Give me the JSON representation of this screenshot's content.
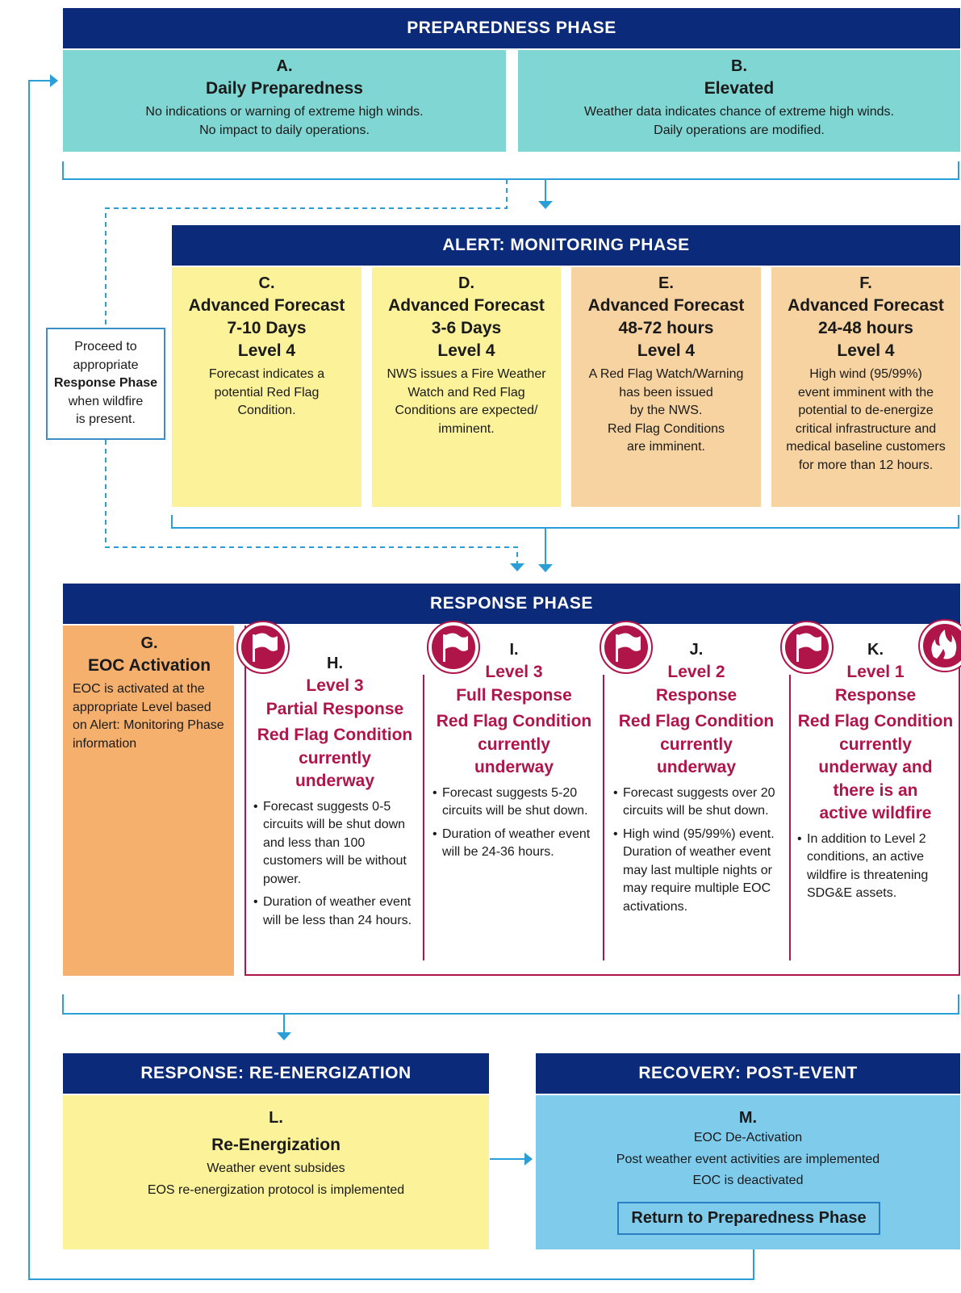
{
  "preparedness": {
    "header": "PREPAREDNESS PHASE",
    "a": {
      "letter": "A.",
      "title": "Daily Preparedness",
      "line1": "No indications or warning of extreme high winds.",
      "line2": "No impact to daily operations."
    },
    "b": {
      "letter": "B.",
      "title": "Elevated",
      "line1": "Weather data indicates chance of extreme high winds.",
      "line2": "Daily operations are modified."
    }
  },
  "alert": {
    "header": "ALERT: MONITORING PHASE",
    "c": {
      "letter": "C.",
      "t1": "Advanced Forecast",
      "t2": "7-10 Days",
      "t3": "Level 4",
      "l1": "Forecast indicates a",
      "l2": "potential Red Flag",
      "l3": "Condition."
    },
    "d": {
      "letter": "D.",
      "t1": "Advanced Forecast",
      "t2": "3-6 Days",
      "t3": "Level 4",
      "l1": "NWS issues a Fire Weather",
      "l2": "Watch and Red Flag",
      "l3": "Conditions are expected/",
      "l4": "imminent."
    },
    "e": {
      "letter": "E.",
      "t1": "Advanced Forecast",
      "t2": "48-72 hours",
      "t3": "Level 4",
      "l1": "A Red Flag Watch/Warning",
      "l2": "has been issued",
      "l3": "by the NWS.",
      "l4": "Red Flag Conditions",
      "l5": "are imminent."
    },
    "f": {
      "letter": "F.",
      "t1": "Advanced Forecast",
      "t2": "24-48 hours",
      "t3": "Level 4",
      "l1": "High wind (95/99%)",
      "l2": "event imminent with the",
      "l3": "potential to de-energize",
      "l4": "critical infrastructure and",
      "l5": "medical baseline customers",
      "l6": "for more than 12 hours."
    }
  },
  "proceed": {
    "l1": "Proceed to",
    "l2": "appropriate",
    "l3": "Response Phase",
    "l4": "when wildfire",
    "l5": "is present."
  },
  "response": {
    "header": "RESPONSE PHASE",
    "g": {
      "letter": "G.",
      "title": "EOC Activation",
      "desc": "EOC is activated at the appropriate Level based on Alert: Monitoring Phase information"
    },
    "h": {
      "letter": "H.",
      "r1": "Level 3",
      "r2": "Partial Response",
      "r3": "Red Flag Condition",
      "r4": "currently",
      "r5": "underway",
      "b1": "Forecast suggests 0-5 circuits will be shut down and less than 100 customers will be without power.",
      "b2": "Duration of weather event will be less than 24 hours."
    },
    "i": {
      "letter": "I.",
      "r1": "Level 3",
      "r2": "Full Response",
      "r3": "Red Flag Condition",
      "r4": "currently",
      "r5": "underway",
      "b1": "Forecast suggests 5-20 circuits will be shut down.",
      "b2": "Duration of weather event will be 24-36 hours."
    },
    "j": {
      "letter": "J.",
      "r1": "Level 2",
      "r2": "Response",
      "r3": "Red Flag Condition",
      "r4": "currently",
      "r5": "underway",
      "b1": "Forecast suggests over 20 circuits will be shut down.",
      "b2": "High wind (95/99%) event. Duration of weather event may last multiple nights or may require multiple EOC activations."
    },
    "k": {
      "letter": "K.",
      "r1": "Level 1",
      "r2": "Response",
      "r3": "Red Flag Condition",
      "r4": "currently",
      "r5": "underway and",
      "r6": "there is an",
      "r7": "active wildfire",
      "b1": "In addition to Level 2 conditions, an active wildfire is threatening SDG&E assets."
    }
  },
  "reenergization": {
    "header": "RESPONSE: RE-ENERGIZATION",
    "letter": "L.",
    "title": "Re-Energization",
    "l1": "Weather event subsides",
    "l2": "EOS re-energization protocol is implemented"
  },
  "recovery": {
    "header": "RECOVERY: POST-EVENT",
    "letter": "M.",
    "l1": "EOC De-Activation",
    "l2": "Post weather event activities are implemented",
    "l3": "EOC is deactivated",
    "return_label": "Return to Preparedness Phase"
  },
  "colors": {
    "navy": "#0b2a7a",
    "teal": "#7fd6d3",
    "yellow": "#fbf29a",
    "tan": "#f6d3a1",
    "orange": "#f5b06e",
    "blue": "#7ecbec",
    "crimson": "#b0154a",
    "line": "#2a9ed6"
  }
}
